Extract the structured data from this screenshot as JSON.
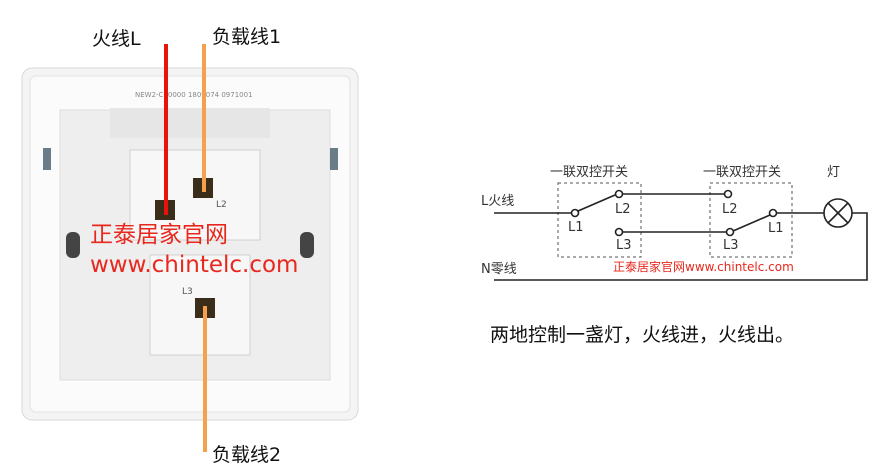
{
  "photo": {
    "labels": {
      "live": "火线L",
      "load1": "负载线1",
      "load2": "负载线2"
    },
    "terminal_labels": {
      "l2": "L2",
      "l3": "L3"
    },
    "plate_marking": "NEW2-C00000 1809074 0971001",
    "watermark": {
      "name": "正泰居家官网",
      "url": "www.chintelc.com"
    },
    "wire_colors": {
      "live": "#e8140c",
      "load": "#f5a04a"
    }
  },
  "diagram": {
    "switch_left_title": "一联双控开关",
    "switch_right_title": "一联双控开关",
    "lamp_title": "灯",
    "live_label": "L火线",
    "neutral_label": "N零线",
    "terminals": {
      "l1": "L1",
      "l2": "L2",
      "l3": "L3"
    },
    "watermark": "正泰居家官网www.chintelc.com",
    "caption": "两地控制一盏灯，火线进，火线出。"
  }
}
